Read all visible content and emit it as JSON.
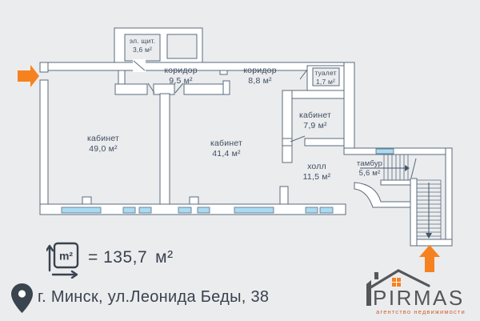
{
  "plan": {
    "rooms": [
      {
        "name": "эл. щит.",
        "area": "3,6 м²"
      },
      {
        "name": "коридор",
        "area": "9,5 м²"
      },
      {
        "name": "коридор",
        "area": "8,8 м²"
      },
      {
        "name": "туалет",
        "area": "1,7 м²"
      },
      {
        "name": "кабинет",
        "area": "7,9 м²"
      },
      {
        "name": "кабинет",
        "area": "49,0 м²"
      },
      {
        "name": "кабинет",
        "area": "41,4 м²"
      },
      {
        "name": "холл",
        "area": "11,5 м²"
      },
      {
        "name": "тамбур",
        "area": "5,6 м²"
      }
    ],
    "colors": {
      "background": "#ebecee",
      "wall_fill": "#ffffff",
      "wall_stroke": "#5a6b7d",
      "window_blue": "#a9dbf3",
      "accent_orange": "#f5821f",
      "label_text": "#3e4e61"
    }
  },
  "summary": {
    "icon_label": "m²",
    "value": "= 135,7",
    "unit": "м²"
  },
  "address": {
    "text": "г. Минск, ул.Леонида Беды, 38"
  },
  "logo": {
    "name": "PIRMAS",
    "tagline": "агентство недвижимости"
  }
}
